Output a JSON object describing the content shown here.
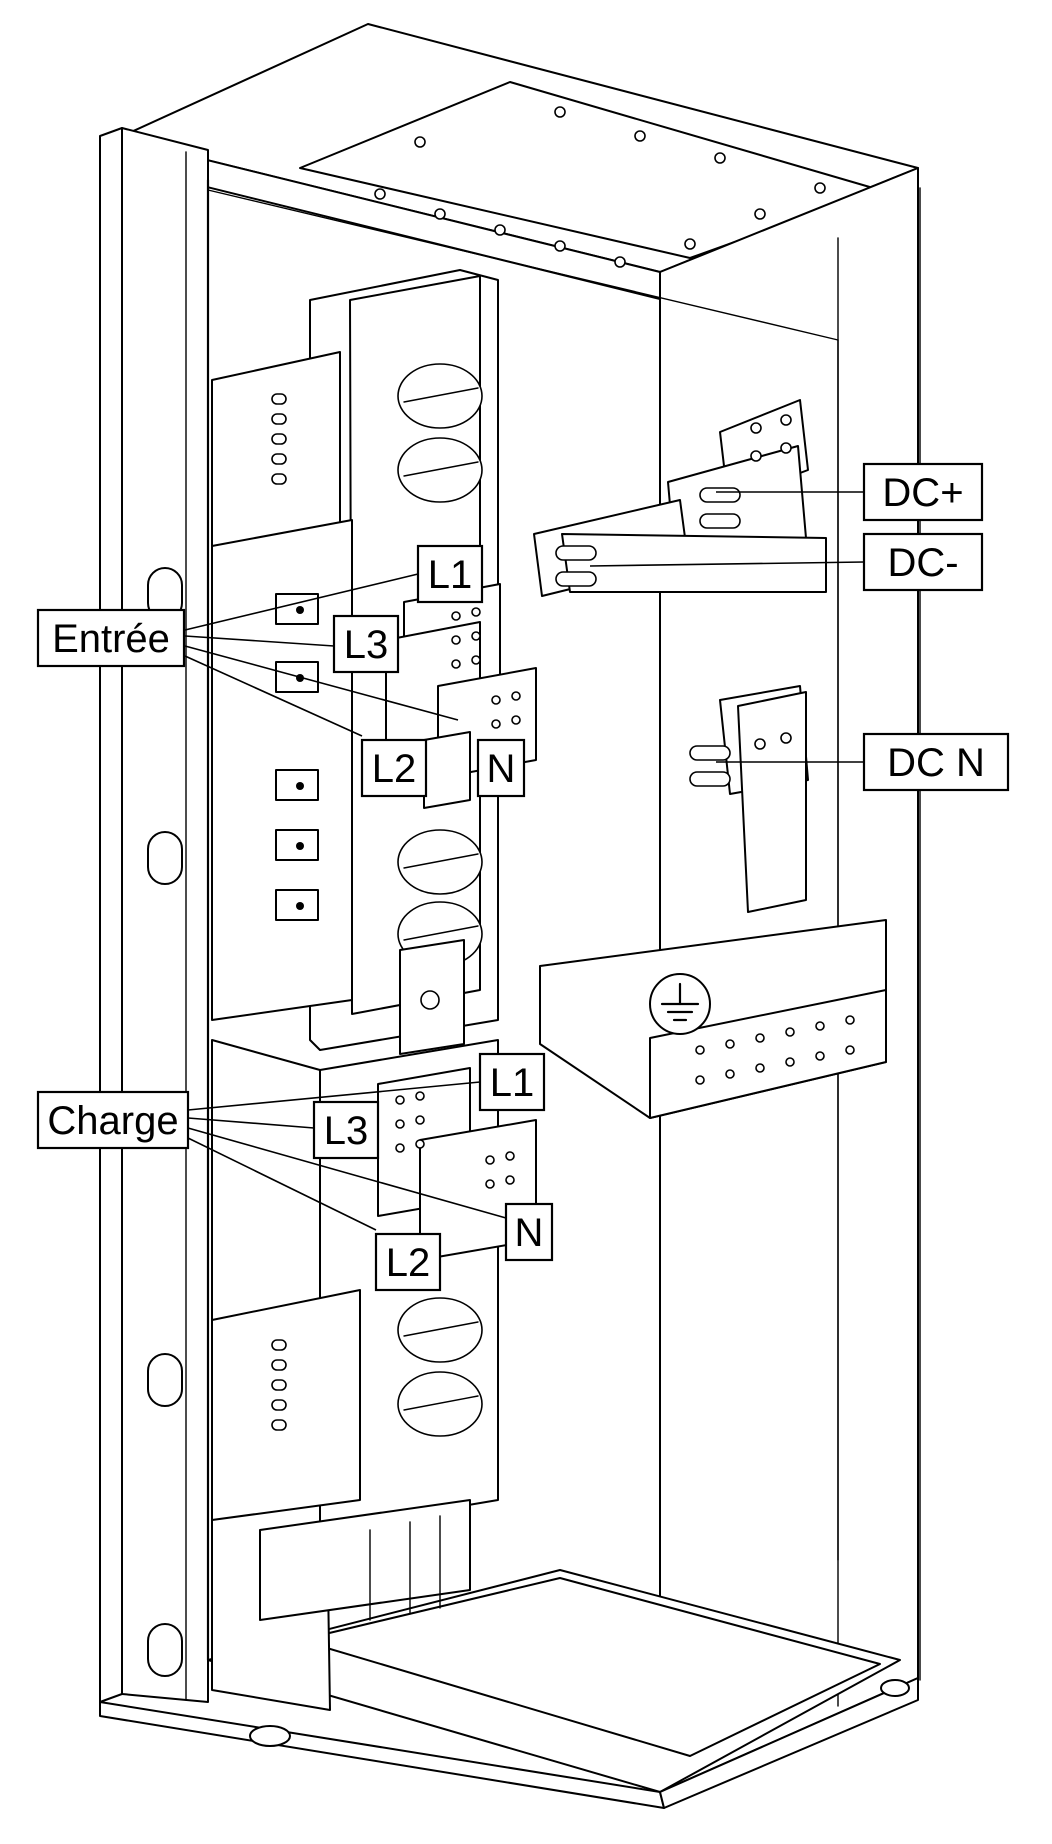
{
  "labels": {
    "input_group": "Entrée",
    "load_group": "Charge",
    "input_l1": "L1",
    "input_l2": "L2",
    "input_l3": "L3",
    "input_n": "N",
    "load_l1": "L1",
    "load_l2": "L2",
    "load_l3": "L3",
    "load_n": "N",
    "dc_plus": "DC+",
    "dc_minus": "DC-",
    "dc_n": "DC N"
  },
  "icons": {
    "ground": "ground-symbol-icon"
  }
}
